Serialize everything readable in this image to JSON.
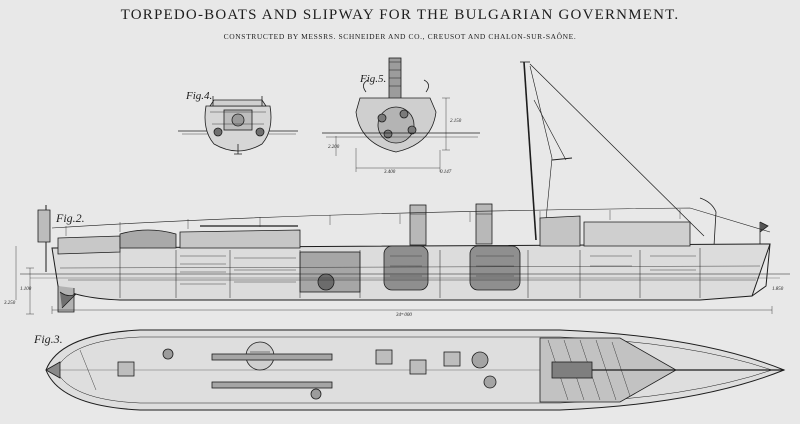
{
  "header": {
    "title": "TORPEDO-BOATS AND SLIPWAY FOR THE BULGARIAN GOVERNMENT.",
    "subtitle": "CONSTRUCTED BY MESSRS. SCHNEIDER AND CO., CREUSOT AND CHALON-SUR-SAÔNE."
  },
  "figures": {
    "fig2": "Fig.2.",
    "fig3": "Fig.3.",
    "fig4": "Fig.4.",
    "fig5": "Fig.5."
  },
  "dimensions": {
    "length": "34ᵐ 000",
    "beam_section": "3.400",
    "depth_section": "2.150",
    "draught_left": "1.100",
    "depth_left": "3.250",
    "side_mark": "2.200",
    "bow_mark": "1.850",
    "small_mark": "0.147"
  }
}
